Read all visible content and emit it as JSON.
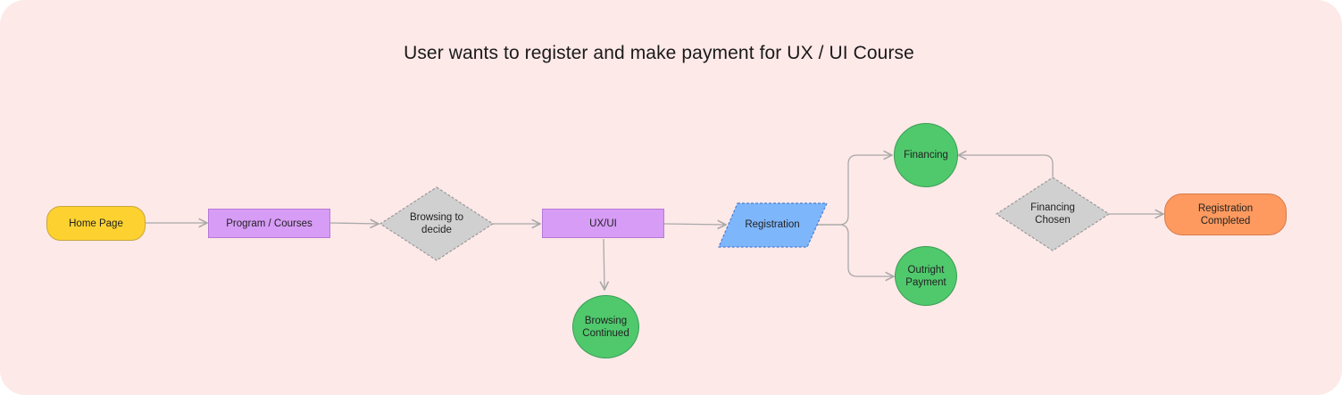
{
  "title": "User wants to register and make payment for UX / UI Course",
  "nodes": {
    "home_page": "Home Page",
    "program_courses": "Program / Courses",
    "browsing_to_decide": "Browsing to decide",
    "ux_ui": "UX/UI",
    "browsing_continued": "Browsing Continued",
    "registration": "Registration",
    "financing": "Financing",
    "outright_payment": "Outright Payment",
    "financing_chosen": "Financing Chosen",
    "registration_completed": "Registration Completed"
  },
  "colors": {
    "background": "#fde9e8",
    "terminal_start": "#fdd230",
    "process": "#d79cf6",
    "decision": "#d0d0d0",
    "data_input": "#7eb6fb",
    "outcome": "#4fc96c",
    "terminal_end": "#fe9a5f",
    "connector": "#a9a9a9"
  }
}
